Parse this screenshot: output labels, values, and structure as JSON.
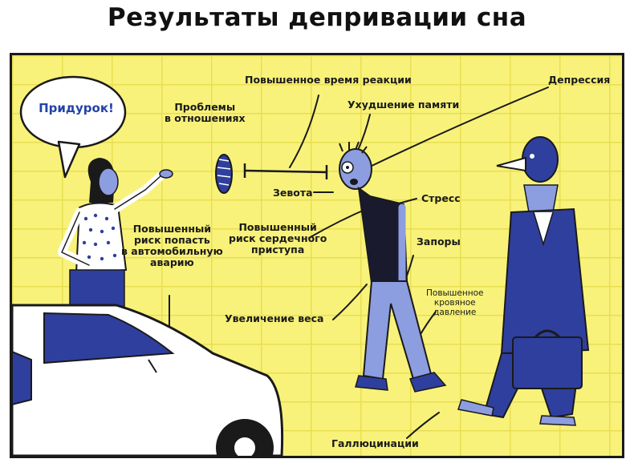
{
  "title": "Результаты депривации сна",
  "speech_bubble": "Придурок!",
  "labels": {
    "relationship_problems": [
      "Проблемы",
      "в отношениях"
    ],
    "reaction_time": "Повышенное время реакции",
    "memory": "Ухудшение памяти",
    "depression": "Депрессия",
    "yawning": "Зевота",
    "stress": "Стресс",
    "heart_attack": [
      "Повышенный",
      "риск сердечного",
      "приступа"
    ],
    "car_accident": [
      "Повышенный",
      "риск попасть",
      "в автомобильную",
      "аварию"
    ],
    "constipation": "Запоры",
    "weight_gain": "Увеличение веса",
    "blood_pressure": [
      "Повышенное",
      "кровяное",
      "давление"
    ],
    "hallucinations": "Галлюцинации"
  },
  "colors": {
    "background": "#f8f27a",
    "ink": "#1a1a1a",
    "blue": "#2f3f9e",
    "light_blue": "#8c9de0"
  }
}
